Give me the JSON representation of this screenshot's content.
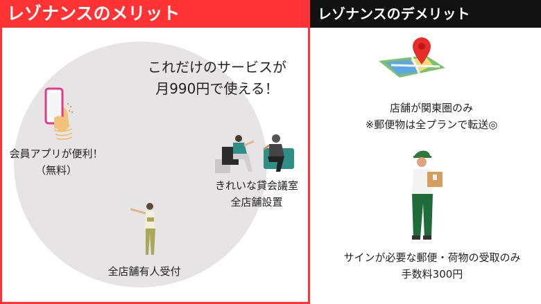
{
  "merit": {
    "title": "レゾナンスのメリット",
    "headline_line1": "これだけのサービスが",
    "headline_line2": "月990円で使える！",
    "features": [
      {
        "line1": "会員アプリが便利！",
        "line2": "（無料）"
      },
      {
        "line1": "きれいな貸会議室",
        "line2": "全店舗設置"
      },
      {
        "line1": "全店舗有人受付"
      }
    ]
  },
  "demerit": {
    "title": "レゾナンスのデメリット",
    "items": [
      {
        "line1": "店舗が関東圏のみ",
        "line2": "※郵便物は全プランで転送◎"
      },
      {
        "line1": "サインが必要な郵便・荷物の受取のみ",
        "line2": "手数料300円"
      }
    ]
  },
  "colors": {
    "accent_red": "#ff3333",
    "header_black": "#111111",
    "circle_gray": "#e6e4e4"
  },
  "icons": [
    "phone-app-icon",
    "meeting-room-icon",
    "receptionist-icon",
    "map-pin-icon",
    "delivery-person-icon"
  ]
}
